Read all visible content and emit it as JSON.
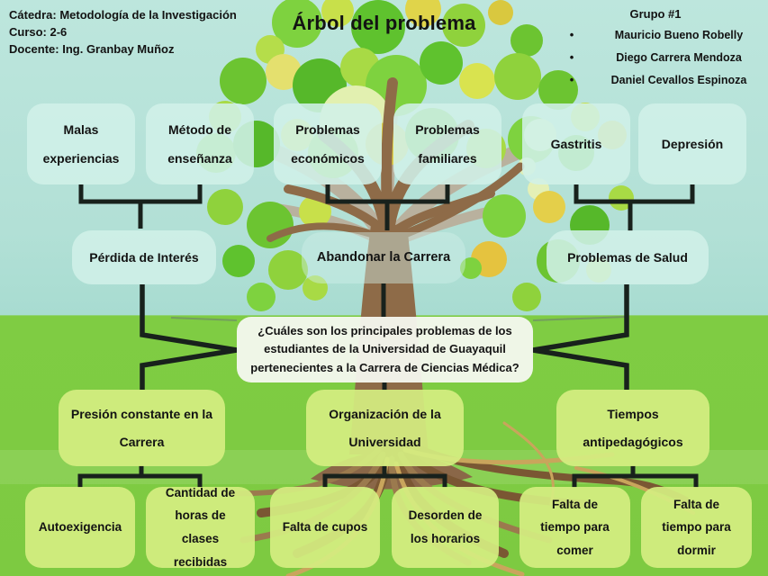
{
  "title": "Árbol del problema",
  "course_info": {
    "catedra": "Cátedra: Metodología de la Investigación",
    "curso": "Curso: 2-6",
    "docente": "Docente: Ing. Granbay Muñoz"
  },
  "group": {
    "title": "Grupo #1",
    "bullet": "•",
    "members": [
      "Mauricio Bueno Robelly",
      "Diego Carrera Mendoza",
      "Daniel Cevallos Espinoza"
    ]
  },
  "effects_level2": [
    "Malas experiencias",
    "Método de enseñanza",
    "Problemas económicos",
    "Problemas familiares",
    "Gastritis",
    "Depresión"
  ],
  "effects_level1": [
    "Pérdida de Interés",
    "Abandonar la Carrera",
    "Problemas de Salud"
  ],
  "central_problem": "¿Cuáles son los principales problemas de los estudiantes de la Universidad de Guayaquil pertenecientes a la Carrera de Ciencias Médica?",
  "causes_level1": [
    "Presión constante en la Carrera",
    "Organización de la Universidad",
    "Tiempos antipedagógicos"
  ],
  "causes_level2": [
    "Autoexigencia",
    "Cantidad de horas de clases recibidas",
    "Falta de cupos",
    "Desorden de los horarios",
    "Falta de tiempo para comer",
    "Falta de tiempo para dormir"
  ],
  "illustration": "problem-tree",
  "colors": {
    "sky": "#b2e0d6",
    "grass": "#7dca41",
    "effect_box": "#d0f0e8",
    "cause_box": "#d5ee81",
    "problem_box": "#f6f8f0",
    "connector": "#18211c",
    "trunk": "#8e6b48",
    "text": "#131313"
  }
}
